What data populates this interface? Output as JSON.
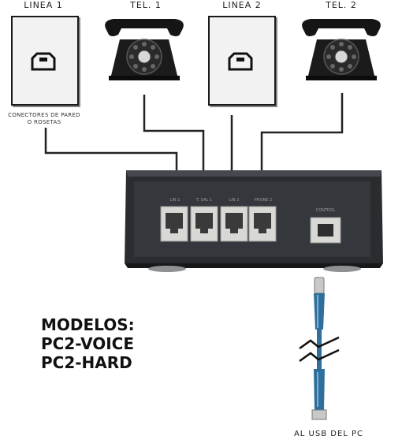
{
  "labels": {
    "line1": "LINEA 1",
    "tel1": "TEL. 1",
    "line2": "LINEA 2",
    "tel2": "TEL. 2"
  },
  "wall_note": [
    "CONECTORES DE PARED",
    "O ROSETAS"
  ],
  "ports": [
    "LIN 1",
    "T. SAL 1",
    "LIN 2",
    "PHONE 2"
  ],
  "control_label": "CONTROL",
  "models": [
    "MODELOS:",
    "PC2-VOICE",
    "PC2-HARD"
  ],
  "usb_label": "AL USB DEL PC",
  "colors": {
    "device_body": "#2a2c30",
    "device_panel": "#3a3d42",
    "usb_cable": "#2f6f9c",
    "cable": "#222222"
  },
  "icons": [
    "wall-jack-icon",
    "rotary-phone-icon",
    "usb-cable-icon",
    "cable-break-icon"
  ]
}
